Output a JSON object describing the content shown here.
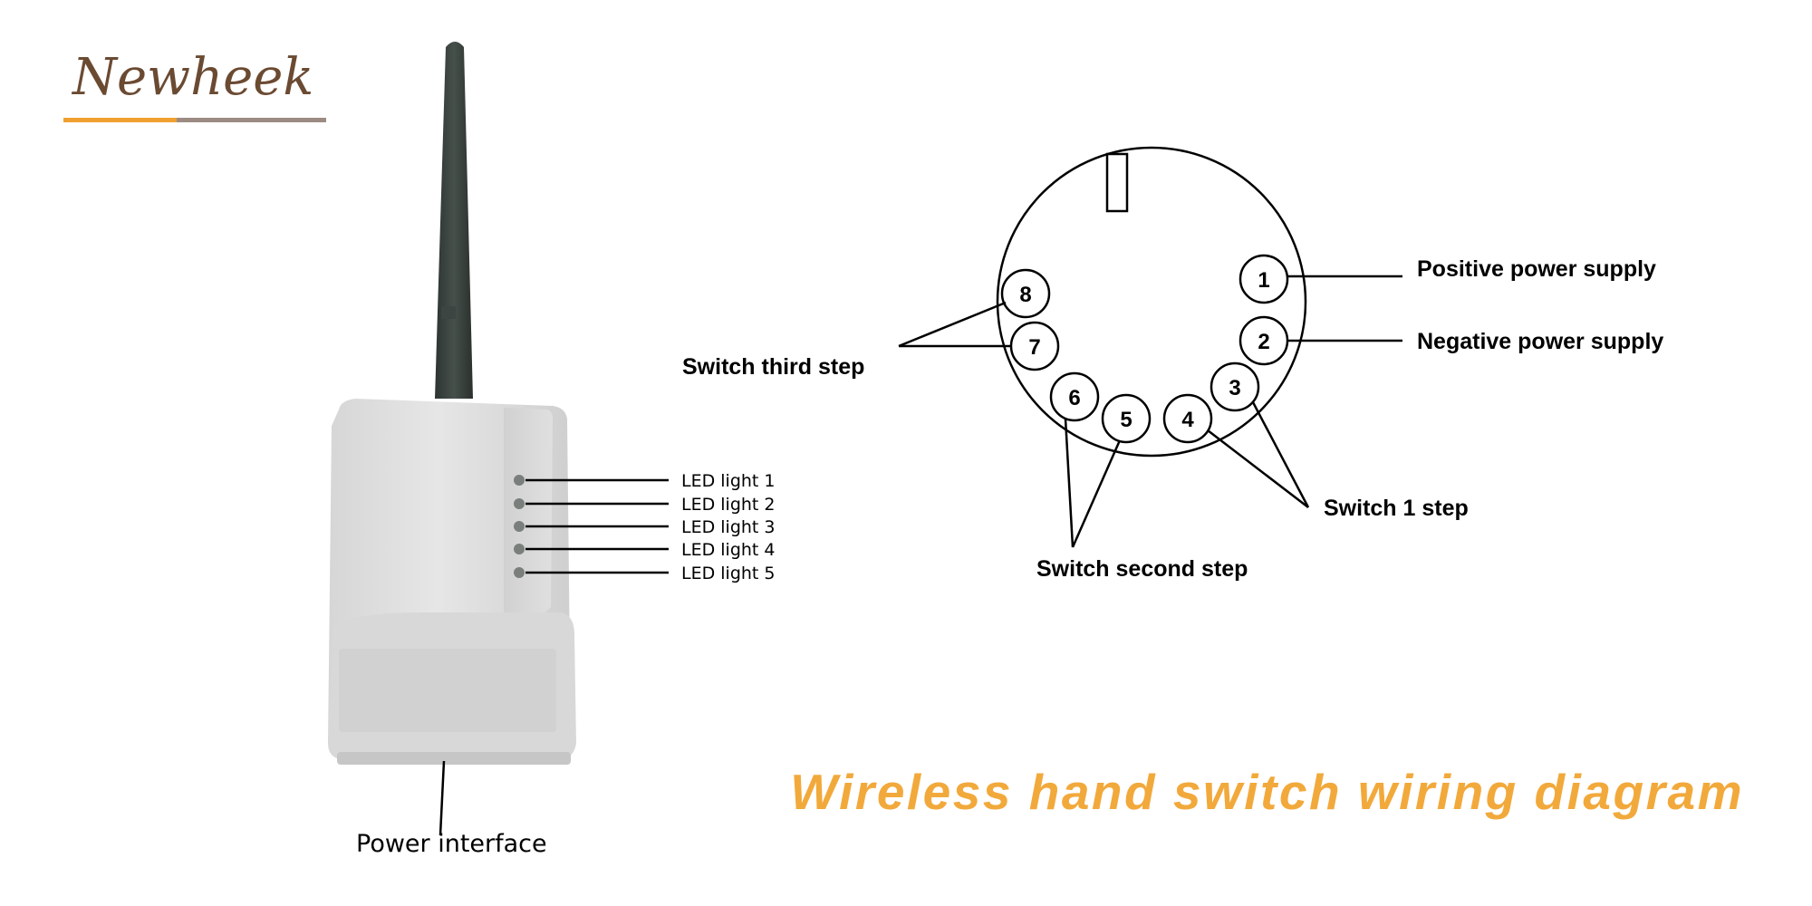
{
  "brand": {
    "logo_text": "Newheek",
    "logo_color": "#6b4a32",
    "underline_colors": [
      "#f0a030",
      "#9c8b82"
    ]
  },
  "device": {
    "led_labels": [
      "LED light 1",
      "LED light 2",
      "LED light 3",
      "LED light 4",
      "LED light 5"
    ],
    "power_label": "Power interface"
  },
  "connector": {
    "pins": [
      "1",
      "2",
      "3",
      "4",
      "5",
      "6",
      "7",
      "8"
    ],
    "labels": {
      "positive": "Positive power supply",
      "negative": "Negative power supply",
      "switch_first": "Switch 1 step",
      "switch_second": "Switch second step",
      "switch_third": "Switch third step"
    }
  },
  "title": {
    "text": "Wireless hand switch wiring diagram",
    "color": "#f2a93b"
  }
}
